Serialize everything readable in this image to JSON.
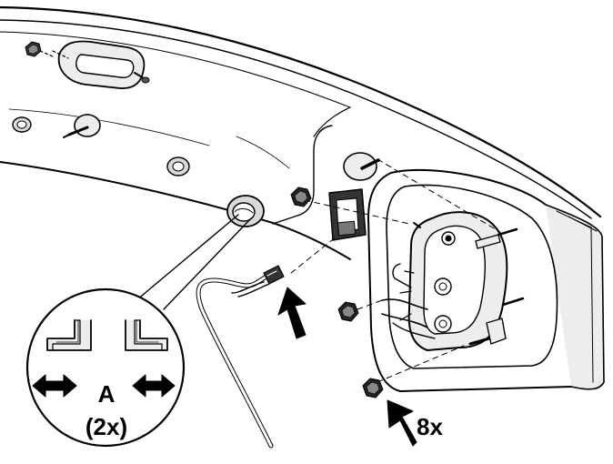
{
  "labels": {
    "detail_letter": "A",
    "detail_count": "(2x)",
    "nut_count": "8x"
  },
  "colors": {
    "line": "#000000",
    "panel_fill": "#ededed",
    "panel_shade": "#d9d9d9",
    "background": "#ffffff"
  },
  "icons": {
    "detail_arrows": "double-headed-arrow",
    "nut_arrow": "diagonal-arrow",
    "connector_arrow": "diagonal-arrow"
  }
}
